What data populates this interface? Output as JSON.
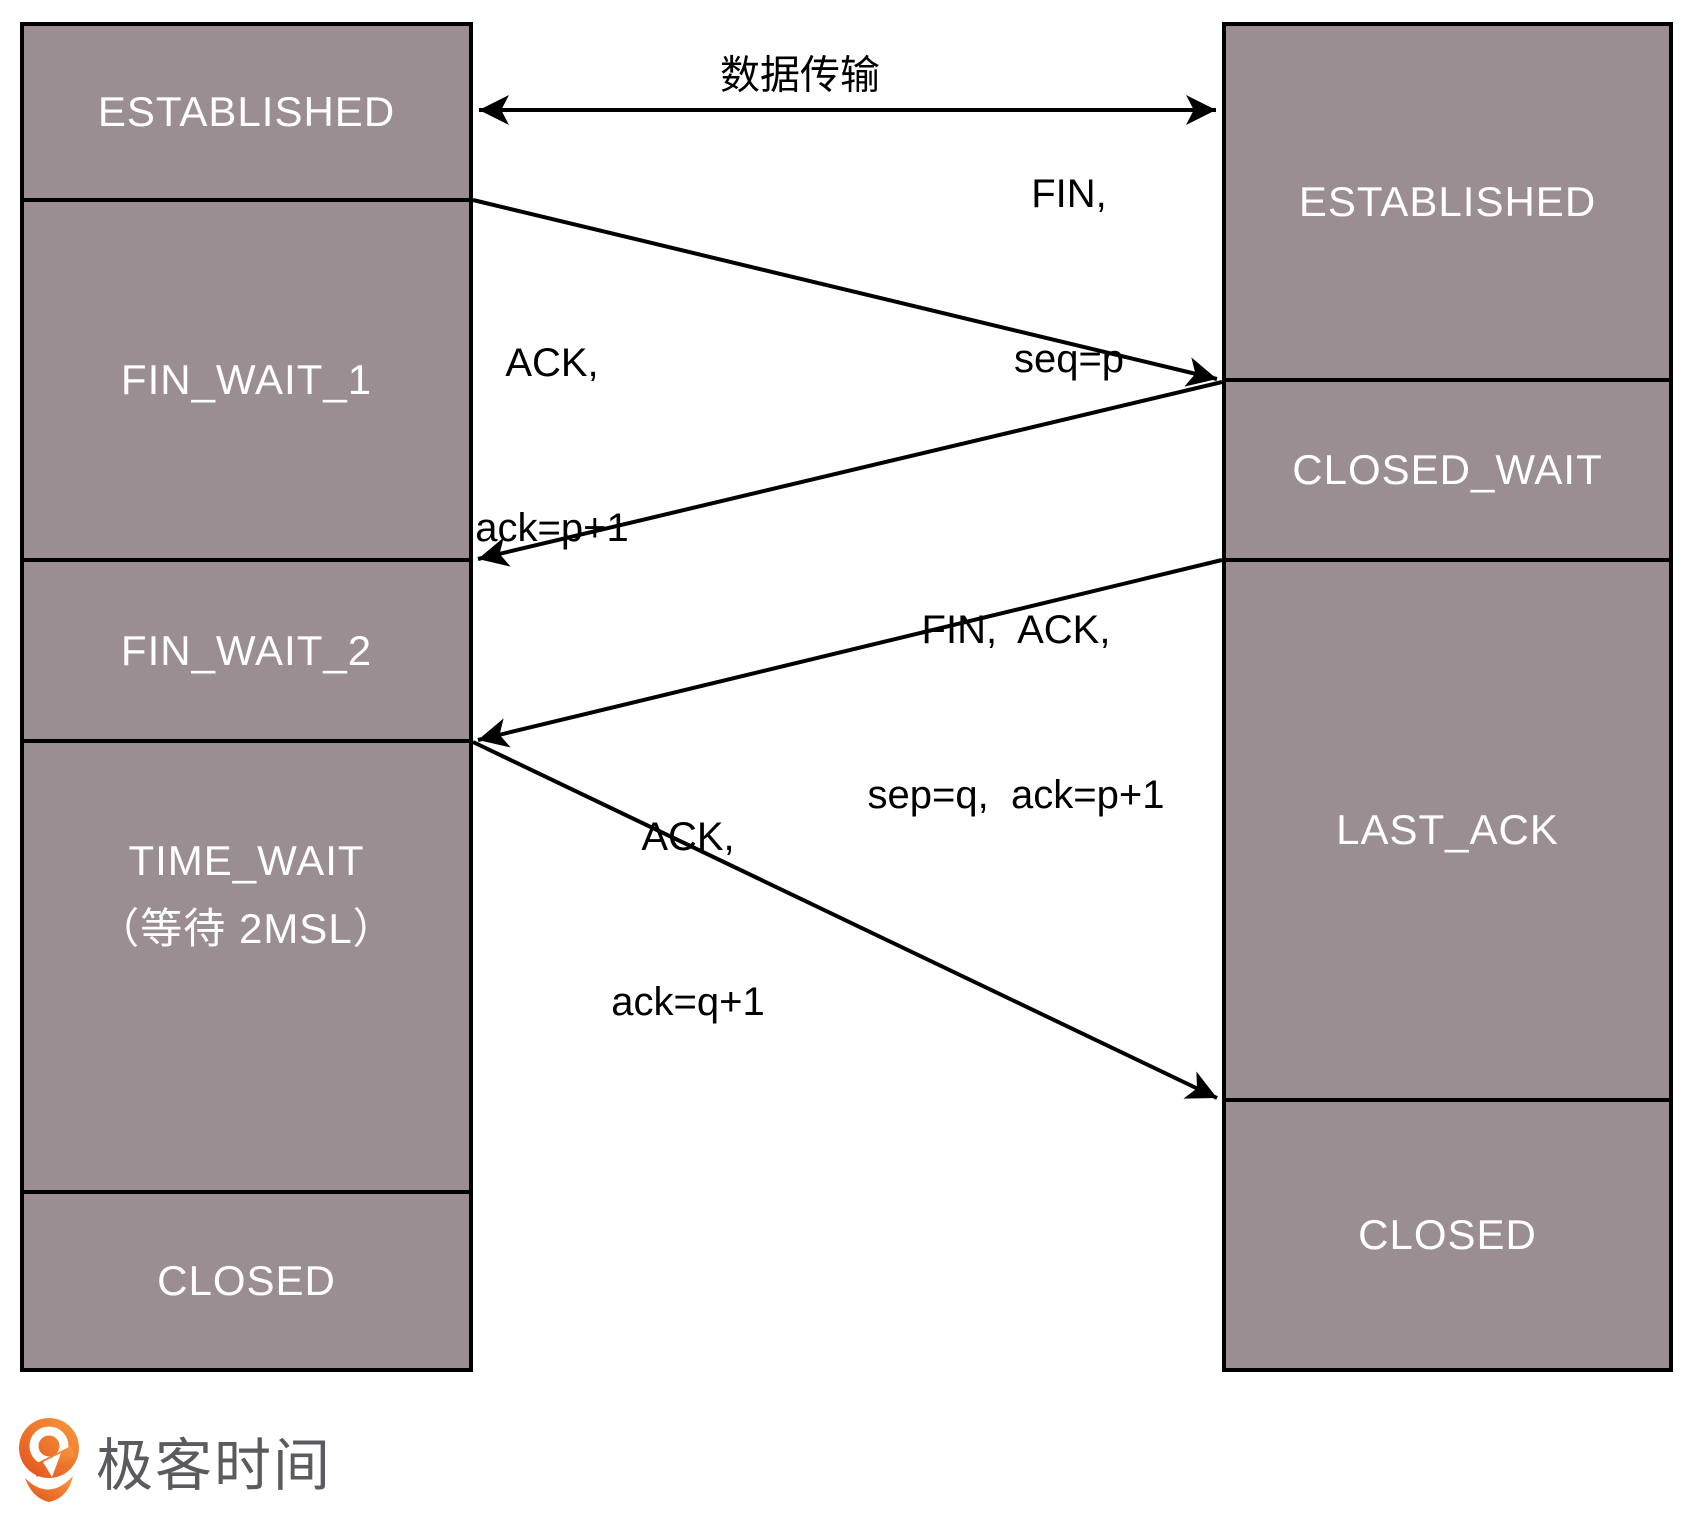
{
  "diagram": {
    "left_column": {
      "states": [
        {
          "label": "ESTABLISHED"
        },
        {
          "label": "FIN_WAIT_1"
        },
        {
          "label": "FIN_WAIT_2"
        },
        {
          "label": "TIME_WAIT",
          "sublabel": "（等待 2MSL）"
        },
        {
          "label": "CLOSED"
        }
      ]
    },
    "right_column": {
      "states": [
        {
          "label": "ESTABLISHED"
        },
        {
          "label": "CLOSED_WAIT"
        },
        {
          "label": "LAST_ACK"
        },
        {
          "label": "CLOSED"
        }
      ]
    },
    "messages": [
      {
        "id": "data-transfer",
        "direction": "bidirectional",
        "line1": "数据传输"
      },
      {
        "id": "fin",
        "direction": "left-to-right",
        "line1": "FIN,",
        "line2": "seq=p"
      },
      {
        "id": "ack-of-fin",
        "direction": "right-to-left",
        "line1": "ACK,",
        "line2": "ack=p+1"
      },
      {
        "id": "fin-ack",
        "direction": "right-to-left",
        "line1": "FIN,  ACK,",
        "line2": "sep=q,  ack=p+1"
      },
      {
        "id": "last-ack",
        "direction": "left-to-right",
        "line1": "ACK,",
        "line2": "ack=q+1"
      }
    ],
    "colors": {
      "state_fill": "#9a8e92",
      "state_border": "#000000",
      "state_text": "#ffffff",
      "arrow": "#000000"
    }
  },
  "footer": {
    "brand_text": "极客时间",
    "brand_orange": "#ed6c2a",
    "brand_text_color": "#595b5e"
  }
}
